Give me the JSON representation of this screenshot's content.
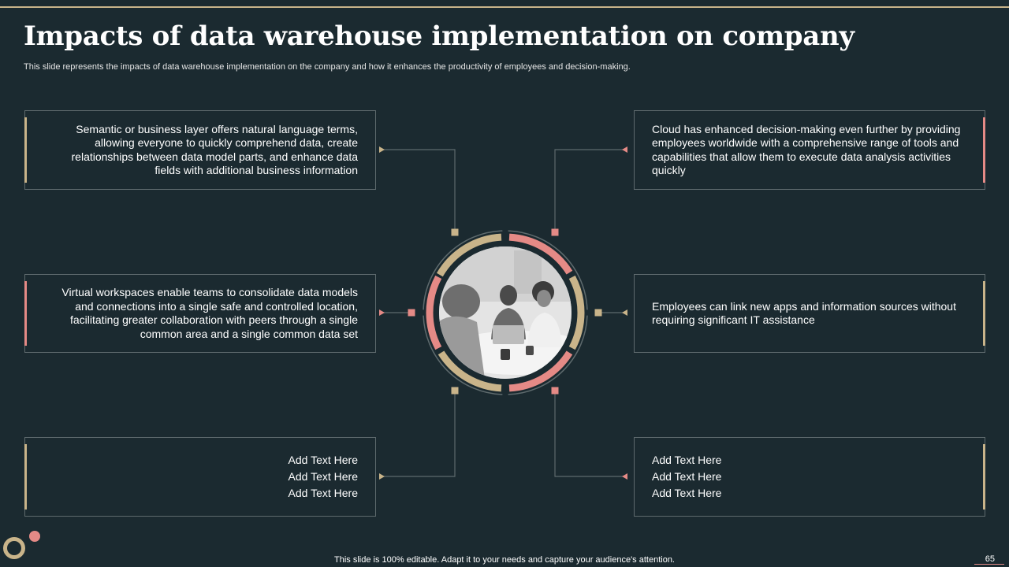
{
  "title": "Impacts of data warehouse implementation on company",
  "subtitle": "This slide represents the impacts of data warehouse implementation on the company and how it enhances the productivity of employees and decision-making.",
  "boxes": {
    "top_left": "Semantic or business layer offers natural language terms, allowing everyone to quickly comprehend data, create relationships between data model parts, and enhance data fields with additional business information",
    "middle_left": "Virtual workspaces enable teams to consolidate data models and connections into a single safe and controlled location, facilitating greater collaboration with peers through a single common area and a single common data set",
    "bottom_left": [
      "Add Text Here",
      "Add Text Here",
      "Add Text Here"
    ],
    "top_right": "Cloud has enhanced decision-making even further by providing employees worldwide with a comprehensive range of tools and capabilities that allow them to execute data analysis activities quickly",
    "middle_right": "Employees can link new apps and information sources without requiring significant IT assistance",
    "bottom_right": [
      "Add Text Here",
      "Add Text Here",
      "Add Text Here"
    ]
  },
  "footer": "This slide is 100% editable. Adapt it to your needs and capture your audience's attention.",
  "page_number": "65",
  "colors": {
    "background": "#1b2a30",
    "gold": "#c9b48a",
    "salmon": "#e58a86",
    "border": "#5e6a6d"
  },
  "hub_image": "team-meeting-photo"
}
